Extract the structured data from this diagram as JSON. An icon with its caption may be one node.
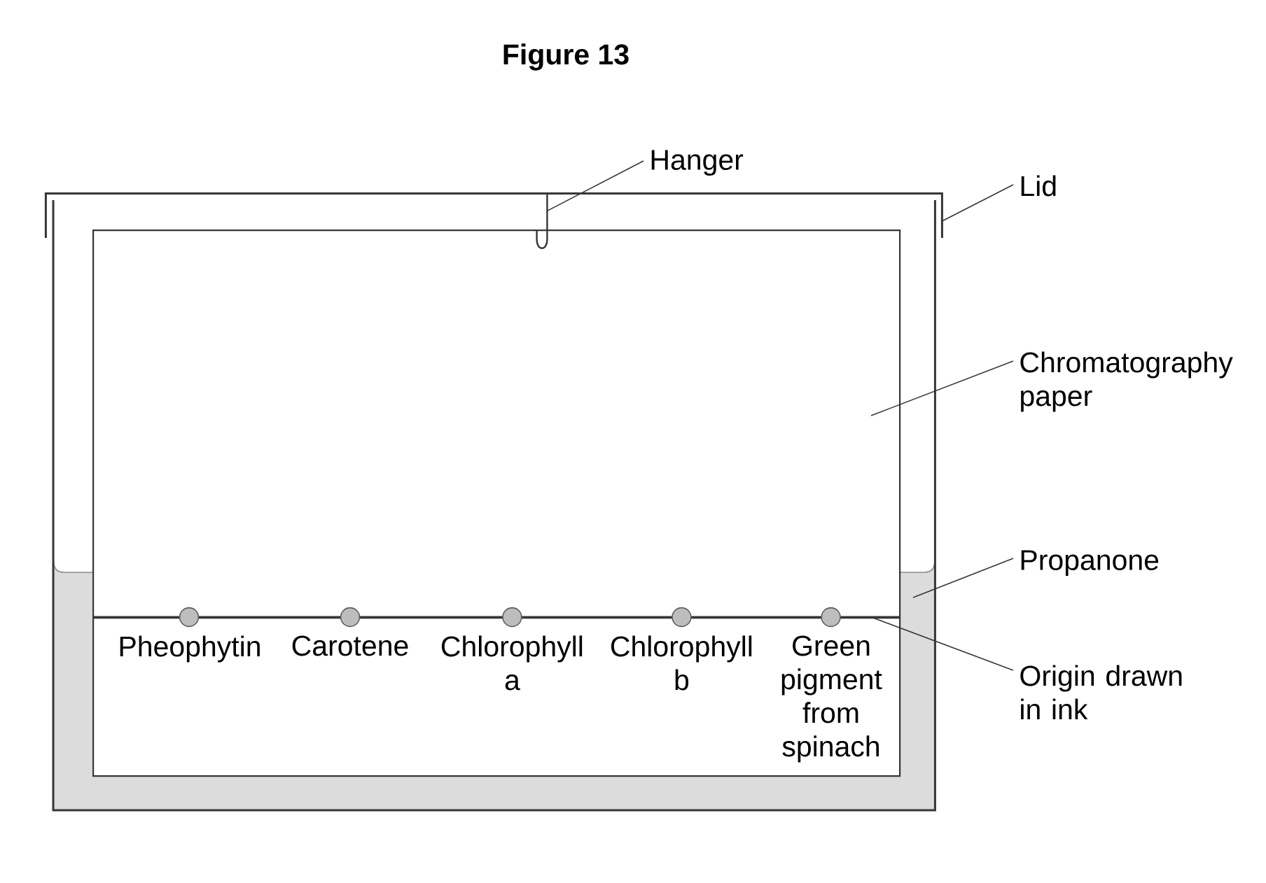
{
  "diagram": {
    "title": "Figure 13",
    "nodes": [
      {
        "text": [
          "Hanger"
        ]
      },
      {
        "text": [
          "Lid"
        ]
      },
      {
        "text": [
          "Chromatography paper"
        ]
      },
      {
        "text": [
          "Propanone"
        ]
      },
      {
        "text": [
          "Origin drawn in ink"
        ]
      },
      {
        "text": [],
        "shape": "hook"
      },
      {
        "text": [],
        "shape": "lid"
      },
      {
        "text": [],
        "shape": "sheet"
      },
      {
        "text": [],
        "shape": "liquid"
      },
      {
        "text": [],
        "shape": "line"
      }
    ],
    "edges": [
      {
        "from": 0,
        "to": 5,
        "arrow": "none"
      },
      {
        "from": 1,
        "to": 6,
        "arrow": "none"
      },
      {
        "from": 2,
        "to": 7,
        "arrow": "none"
      },
      {
        "from": 3,
        "to": 8,
        "arrow": "none"
      },
      {
        "from": 4,
        "to": 9,
        "arrow": "none"
      }
    ],
    "labels": [
      "Pheophytin",
      "Carotene",
      "Chlorophyll a",
      "Chlorophyll b",
      "Green pigment from spinach"
    ]
  }
}
